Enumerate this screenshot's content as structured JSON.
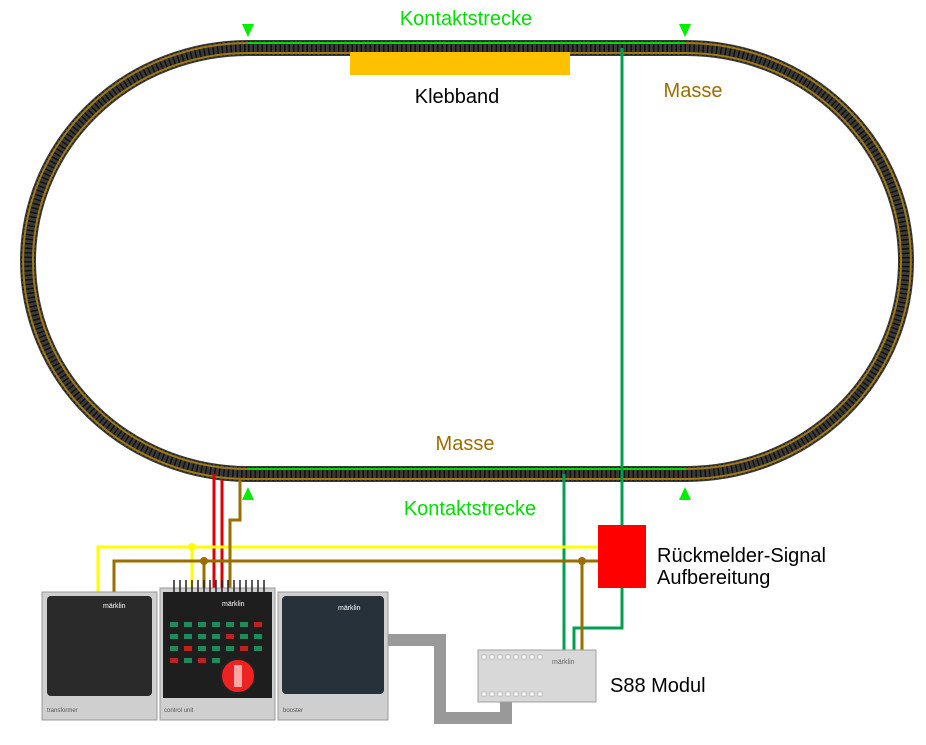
{
  "labels": {
    "kontakt_top": "Kontaktstrecke",
    "kontakt_bottom": "Kontaktstrecke",
    "klebband": "Klebband",
    "masse_right": "Masse",
    "masse_bottom": "Masse",
    "rueckmelder_line1": "Rückmelder-Signal",
    "rueckmelder_line2": "Aufbereitung",
    "s88": "S88 Modul"
  },
  "device_text": {
    "transformer_logo": "märklin",
    "transformer_label": "transformer",
    "control_logo": "märklin",
    "control_label": "control unit",
    "booster_logo": "märklin",
    "booster_label": "booster",
    "s88_logo": "märklin"
  },
  "colors": {
    "contact_green": "#00dd00",
    "signal_green": "#00a050",
    "masse_brown": "#9a6e00",
    "track_rail": "#a07a10",
    "sleeper": "#3a3a3a",
    "tape": "#ffc000",
    "red_box": "#ff0000",
    "wire_red": "#dd0000",
    "wire_yellow": "#ffff00",
    "wire_gray": "#999999",
    "marker": "#00ee00"
  }
}
